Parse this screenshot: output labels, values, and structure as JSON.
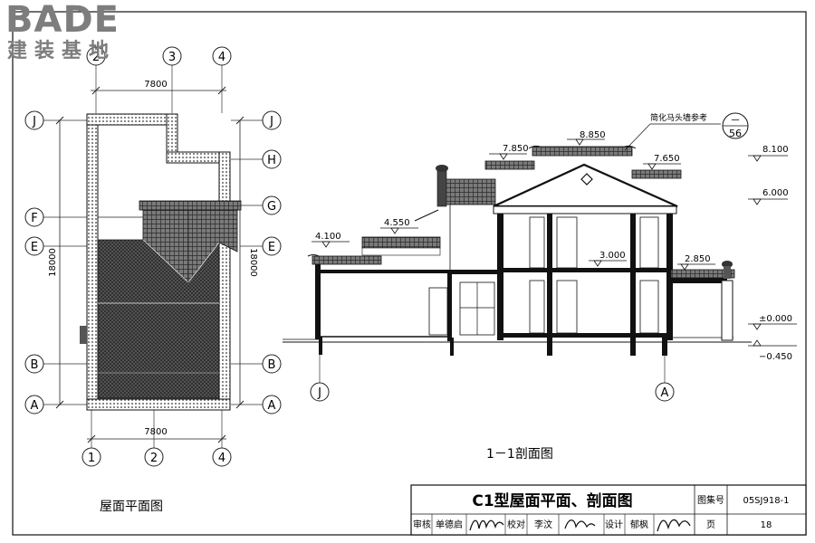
{
  "watermark": {
    "latin": "BADE",
    "cjk": "建装基地"
  },
  "plan": {
    "caption": "屋面平面图",
    "dim_top": "7800",
    "dim_bottom": "7800",
    "dim_left": "18000",
    "dim_right": "18000",
    "axes_top": [
      "2",
      "3",
      "4"
    ],
    "axes_bottom": [
      "1",
      "2",
      "4"
    ],
    "axes_rows": [
      "J",
      "H",
      "G",
      "F",
      "E",
      "B",
      "A"
    ]
  },
  "section": {
    "caption": "1－1剖面图",
    "note": "简化马头墙参考",
    "detail_ref_top": "一",
    "detail_ref_bottom": "56",
    "elevations": [
      "8.850",
      "7.850",
      "7.650",
      "8.100",
      "6.000",
      "4.550",
      "4.100",
      "3.000",
      "2.850",
      "±0.000",
      "−0.450"
    ],
    "axis_left": "J",
    "axis_right": "A"
  },
  "title_block": {
    "title": "C1型屋面平面、剖面图",
    "atlas_label": "图集号",
    "atlas_no": "05SJ918-1",
    "review_label": "审核",
    "reviewer": "单德启",
    "check_label": "校对",
    "checker": "李汶",
    "design_label": "设计",
    "designer": "郁枫",
    "page_label": "页",
    "page_no": "18"
  }
}
